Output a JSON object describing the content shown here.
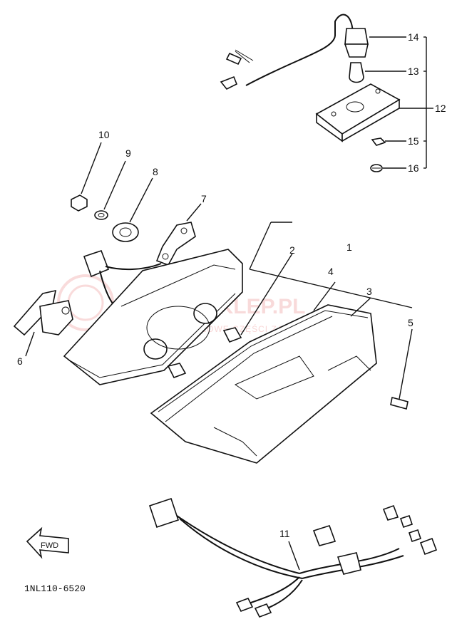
{
  "callouts": {
    "p1": "1",
    "p2": "2",
    "p3": "3",
    "p4": "4",
    "p5": "5",
    "p6": "6",
    "p7": "7",
    "p8": "8",
    "p9": "9",
    "p10": "10",
    "p11": "11",
    "p12": "12",
    "p13": "13",
    "p14": "14",
    "p15": "15",
    "p16": "16"
  },
  "direction_label": "FWD",
  "diagram_code": "1NL110-6520",
  "watermark": {
    "main": "YAMASKLEP.PL",
    "sub": "MOTOCYKLOWE CZĘŚCI ZAMIENNE YAMAHA"
  }
}
